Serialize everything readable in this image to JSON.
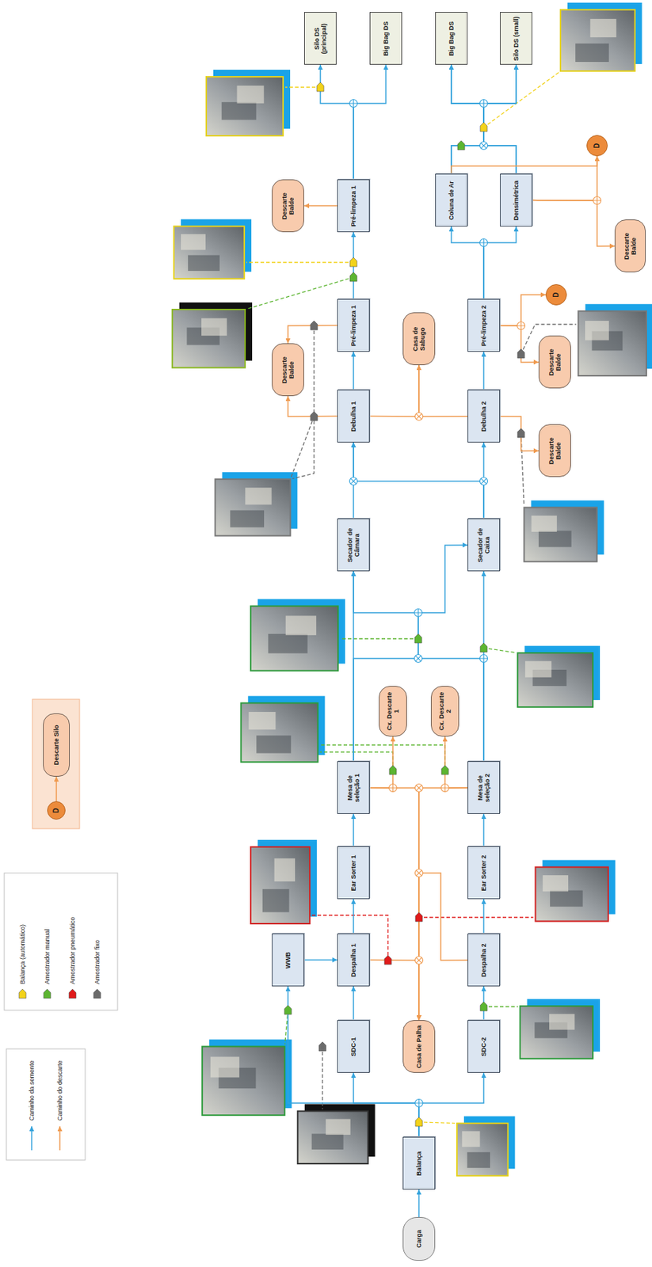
{
  "diagram": {
    "nodes": [
      {
        "text": [
          "Carga"
        ]
      },
      {
        "text": [
          "Balança"
        ]
      },
      {
        "text": [
          "SDC-1"
        ]
      },
      {
        "text": [
          "SDC-2"
        ]
      },
      {
        "text": [
          "Casa de Palha"
        ]
      },
      {
        "text": [
          "WWB"
        ]
      },
      {
        "text": [
          "Despalha 1"
        ]
      },
      {
        "text": [
          "Despalha 2"
        ]
      },
      {
        "text": [
          "Ear Sorter 1"
        ]
      },
      {
        "text": [
          "Ear Sorter 2"
        ]
      },
      {
        "text": [
          "Mesa de seleção 1"
        ]
      },
      {
        "text": [
          "Mesa de seleção 2"
        ]
      },
      {
        "text": [
          "Cx. Descarte 1"
        ]
      },
      {
        "text": [
          "Cx. Descarte 2"
        ]
      },
      {
        "text": [
          "Secador de Câmara"
        ]
      },
      {
        "text": [
          "Secador de Caixa"
        ]
      },
      {
        "text": [
          "Debulha 1"
        ]
      },
      {
        "text": [
          "Debulha 2"
        ]
      },
      {
        "text": [
          "Descarte Balde"
        ]
      },
      {
        "text": [
          "Casa de Sabugo"
        ]
      },
      {
        "text": [
          "Descarte Balde"
        ]
      },
      {
        "text": [
          "Pré-limpeza 1"
        ]
      },
      {
        "text": [
          "Pré-limpeza 2"
        ]
      },
      {
        "text": [
          "Descarte Balde"
        ]
      },
      {
        "text": [
          "D"
        ]
      },
      {
        "text": [
          "Pré-limpeza 1"
        ]
      },
      {
        "text": [
          "Descarte Balde"
        ]
      },
      {
        "text": [
          "Coluna de Ar"
        ]
      },
      {
        "text": [
          "Densimétrica"
        ]
      },
      {
        "text": [
          "Descarte Balde"
        ]
      },
      {
        "text": [
          "D"
        ]
      },
      {
        "text": [
          "Silo DS (principal)"
        ]
      },
      {
        "text": [
          "Big Bag DS"
        ]
      },
      {
        "text": [
          "Big Bag DS"
        ]
      },
      {
        "text": [
          "Silo DS (small)"
        ]
      },
      {
        "text": [
          "D"
        ]
      },
      {
        "text": [
          "Descarte Silo"
        ]
      }
    ],
    "edges": [
      {
        "from": 0,
        "to": 1,
        "arrow": "to"
      },
      {
        "from": 1,
        "to": 2,
        "arrow": "to"
      },
      {
        "from": 1,
        "to": 3,
        "arrow": "to"
      },
      {
        "from": 1,
        "to": 5,
        "arrow": "to"
      },
      {
        "from": 5,
        "to": 6,
        "arrow": "to"
      },
      {
        "from": 2,
        "to": 6,
        "arrow": "to"
      },
      {
        "from": 3,
        "to": 7,
        "arrow": "to"
      },
      {
        "from": 6,
        "to": 8,
        "arrow": "to"
      },
      {
        "from": 7,
        "to": 9,
        "arrow": "to"
      },
      {
        "from": 8,
        "to": 10,
        "arrow": "to"
      },
      {
        "from": 9,
        "to": 11,
        "arrow": "to"
      },
      {
        "from": 10,
        "to": 14,
        "arrow": "to"
      },
      {
        "from": 10,
        "to": 15,
        "arrow": "to"
      },
      {
        "from": 11,
        "to": 14,
        "arrow": "to"
      },
      {
        "from": 11,
        "to": 15,
        "arrow": "to"
      },
      {
        "from": 14,
        "to": 16,
        "arrow": "to"
      },
      {
        "from": 15,
        "to": 16,
        "arrow": "to"
      },
      {
        "from": 15,
        "to": 17,
        "arrow": "to"
      },
      {
        "from": 16,
        "to": 21,
        "arrow": "to"
      },
      {
        "from": 17,
        "to": 22,
        "arrow": "to"
      },
      {
        "from": 21,
        "to": 25,
        "arrow": "to"
      },
      {
        "from": 25,
        "to": 31,
        "arrow": "to"
      },
      {
        "from": 25,
        "to": 32,
        "arrow": "to"
      },
      {
        "from": 22,
        "to": 27,
        "arrow": "to"
      },
      {
        "from": 22,
        "to": 28,
        "arrow": "to"
      },
      {
        "from": 27,
        "to": 33,
        "arrow": "to"
      },
      {
        "from": 27,
        "to": 34,
        "arrow": "to"
      },
      {
        "from": 28,
        "to": 33,
        "arrow": "to"
      },
      {
        "from": 28,
        "to": 34,
        "arrow": "to"
      },
      {
        "from": 6,
        "to": 4,
        "arrow": "to"
      },
      {
        "from": 7,
        "to": 4,
        "arrow": "to"
      },
      {
        "from": 10,
        "to": 12,
        "arrow": "to"
      },
      {
        "from": 10,
        "to": 4,
        "arrow": "to"
      },
      {
        "from": 11,
        "to": 13,
        "arrow": "to"
      },
      {
        "from": 11,
        "to": 4,
        "arrow": "to"
      },
      {
        "from": 16,
        "to": 18,
        "arrow": "to"
      },
      {
        "from": 21,
        "to": 18,
        "arrow": "to"
      },
      {
        "from": 16,
        "to": 19,
        "arrow": "to"
      },
      {
        "from": 17,
        "to": 19,
        "arrow": "to"
      },
      {
        "from": 17,
        "to": 20,
        "arrow": "to"
      },
      {
        "from": 22,
        "to": 23,
        "arrow": "to"
      },
      {
        "from": 22,
        "to": 24,
        "arrow": "to"
      },
      {
        "from": 25,
        "to": 26,
        "arrow": "to"
      },
      {
        "from": 27,
        "to": 30,
        "arrow": "to"
      },
      {
        "from": 28,
        "to": 30,
        "arrow": "to"
      },
      {
        "from": 28,
        "to": 29,
        "arrow": "to"
      },
      {
        "from": 35,
        "to": 36,
        "arrow": "to"
      }
    ],
    "legend": [
      {
        "text": "Caminho da semente"
      },
      {
        "text": "Caminho do descarte"
      },
      {
        "text": "Balança (automático)"
      },
      {
        "text": "Amostrador manual"
      },
      {
        "text": "Amostrador pneumático"
      },
      {
        "text": "Amostrador fixo"
      }
    ]
  }
}
